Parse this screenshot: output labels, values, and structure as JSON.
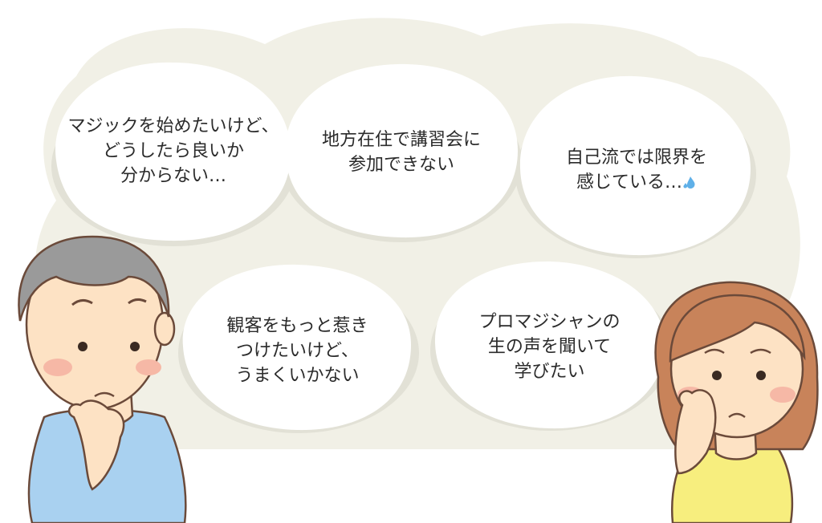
{
  "bubbles": [
    {
      "lines": [
        "マジックを始めたいけど、",
        "どうしたら良いか",
        "分からない…"
      ]
    },
    {
      "lines": [
        "地方在住で講習会に",
        "参加できない"
      ]
    },
    {
      "lines": [
        "自己流では限界を",
        "感じている…"
      ]
    },
    {
      "lines": [
        "観客をもっと惹き",
        "つけたいけど、",
        "うまくいかない"
      ]
    },
    {
      "lines": [
        "プロマジシャンの",
        "生の声を聞いて",
        "学びたい"
      ]
    }
  ],
  "icons": {
    "sweat": "sweat-drop-icon",
    "man": "worried-man-illustration",
    "woman": "worried-woman-illustration"
  },
  "colors": {
    "backdrop": "#f1f0e6",
    "bubble": "#ffffff",
    "bubble_shadow": "#e2e1d6",
    "text": "#2b2b2b",
    "man_shirt": "#a9d1f0",
    "woman_shirt": "#f7ee7e",
    "skin": "#fde2c4",
    "woman_hair": "#c8835a",
    "man_hair": "#9a9a9a"
  }
}
